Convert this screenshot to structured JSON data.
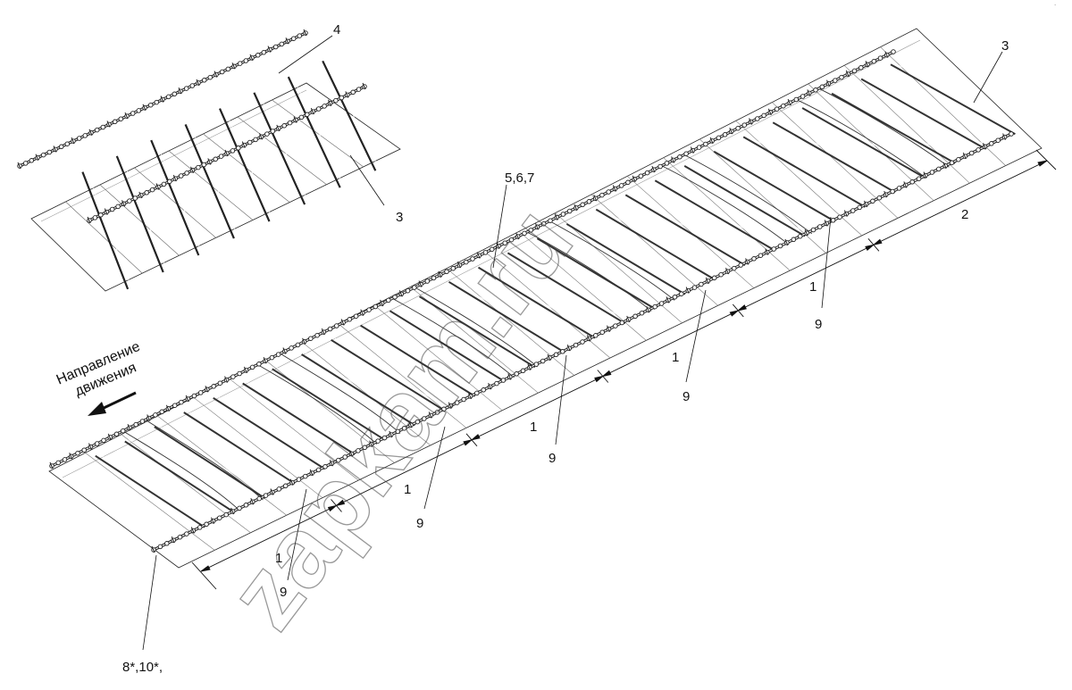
{
  "labels": {
    "part_1": "1",
    "part_2": "2",
    "part_3": "3",
    "part_4": "4",
    "part_567": "5,6,7",
    "part_9": "9",
    "part_8_10": "8*,10*,"
  },
  "direction": {
    "line1": "Направление",
    "line2": "движения"
  },
  "watermark": "zapkam.ru",
  "corner_mark": "·"
}
